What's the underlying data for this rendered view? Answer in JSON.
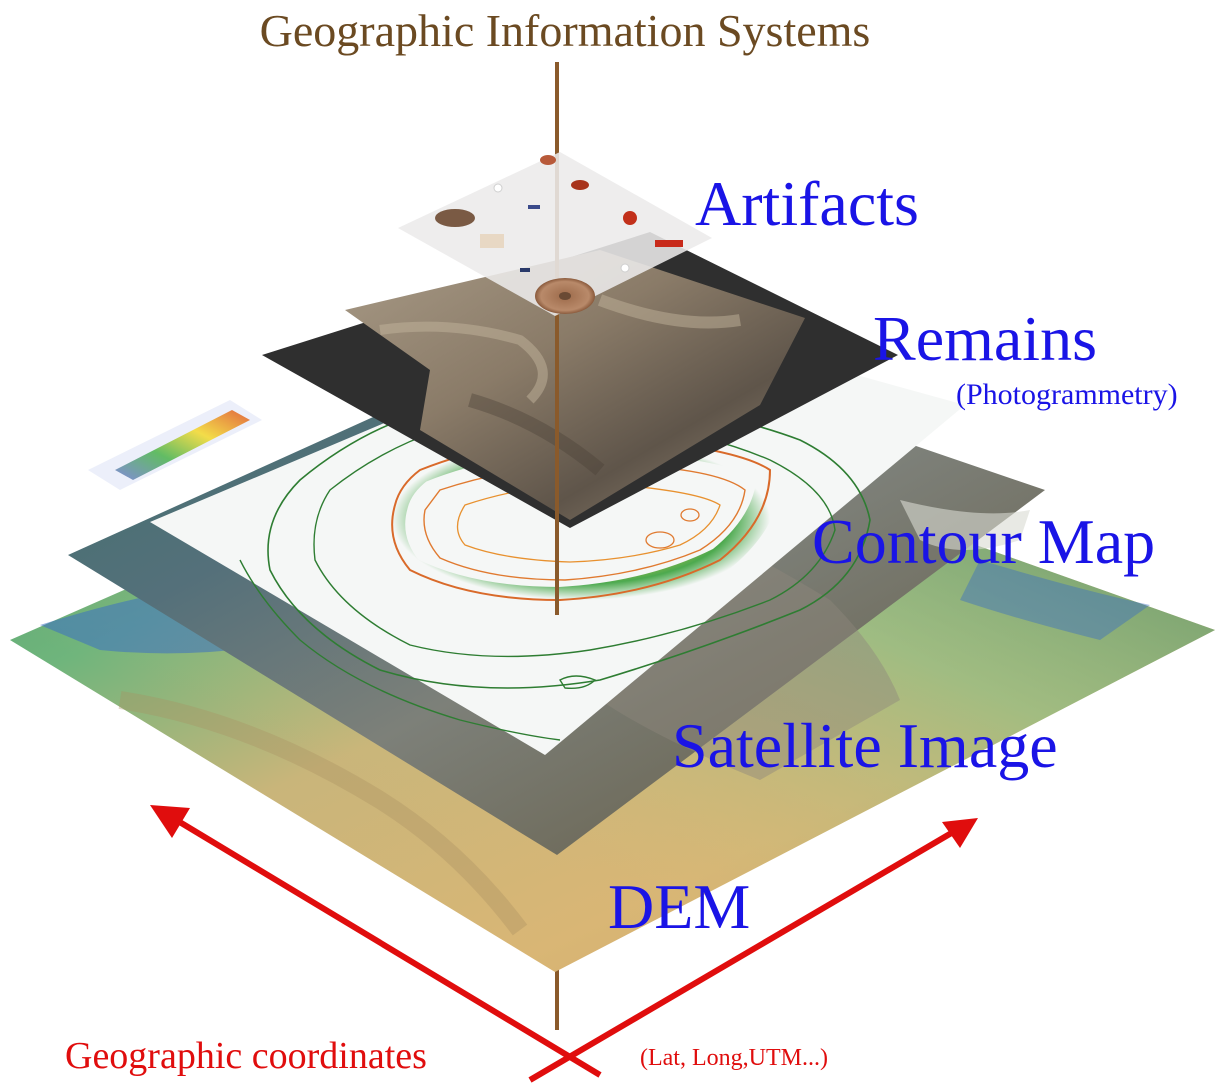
{
  "title": "Geographic Information Systems",
  "layers": {
    "artifacts": "Artifacts",
    "remains": "Remains",
    "remains_note": "(Photogrammetry)",
    "contour": "Contour Map",
    "satellite": "Satellite Image",
    "dem": "DEM"
  },
  "coordinates": {
    "label": "Geographic coordinates",
    "note": "(Lat, Long,UTM...)"
  },
  "colors": {
    "title": "#6b4a22",
    "axis_line": "#8a5a2b",
    "layer_label": "#1a14e6",
    "coordinate_arrows": "#e00d0d"
  }
}
